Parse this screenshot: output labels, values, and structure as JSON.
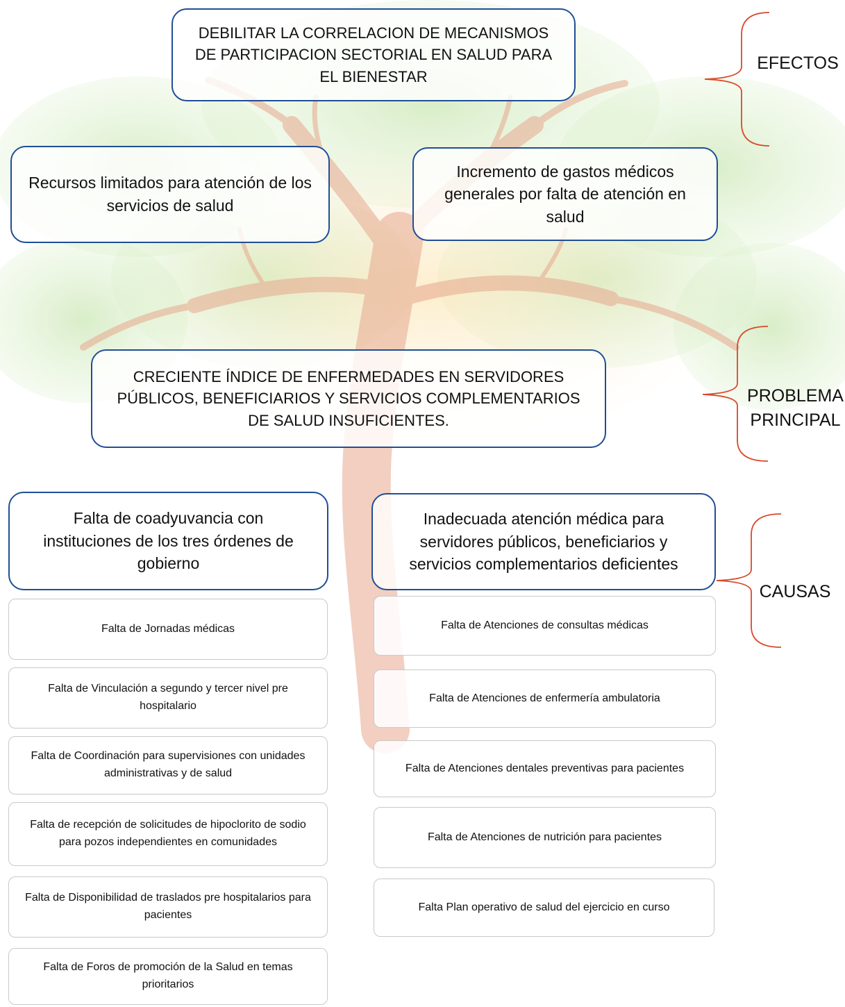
{
  "effects": {
    "top": "DEBILITAR LA CORRELACION DE MECANISMOS DE PARTICIPACION SECTORIAL EN SALUD PARA EL BIENESTAR",
    "left": "Recursos limitados para atención de los servicios de salud",
    "right": "Incremento de gastos médicos generales por falta de atención en salud"
  },
  "problem": "CRECIENTE  ÍNDICE DE ENFERMEDADES EN SERVIDORES PÚBLICOS, BENEFICIARIOS Y SERVICIOS COMPLEMENTARIOS DE SALUD INSUFICIENTES.",
  "causes": {
    "left": {
      "title": "Falta de coadyuvancia con instituciones de los tres órdenes de gobierno",
      "items": [
        "Falta de Jornadas médicas",
        "Falta de Vinculación a segundo y tercer nivel pre hospitalario",
        "Falta de Coordinación para supervisiones con unidades administrativas y de salud",
        "Falta de recepción de solicitudes de hipoclorito de sodio para pozos independientes en comunidades",
        "Falta de Disponibilidad de traslados pre hospitalarios para pacientes",
        "Falta de Foros de promoción de la Salud en temas prioritarios"
      ]
    },
    "right": {
      "title": "Inadecuada atención médica para servidores públicos, beneficiarios y servicios complementarios deficientes",
      "items": [
        "Falta de Atenciones de consultas médicas",
        "Falta de Atenciones de enfermería ambulatoria",
        "Falta de Atenciones dentales preventivas para pacientes",
        "Falta de Atenciones de nutrición para pacientes",
        "Falta Plan operativo de salud del ejercicio en curso"
      ]
    }
  },
  "labels": {
    "effects": "EFECTOS",
    "problem": "PROBLEMA PRINCIPAL",
    "causes": "CAUSAS"
  },
  "colors": {
    "box_border": "#1f4e96",
    "brace": "#d9482b",
    "trunk": "#e7a88e",
    "foliage": "#c9e6b4"
  }
}
